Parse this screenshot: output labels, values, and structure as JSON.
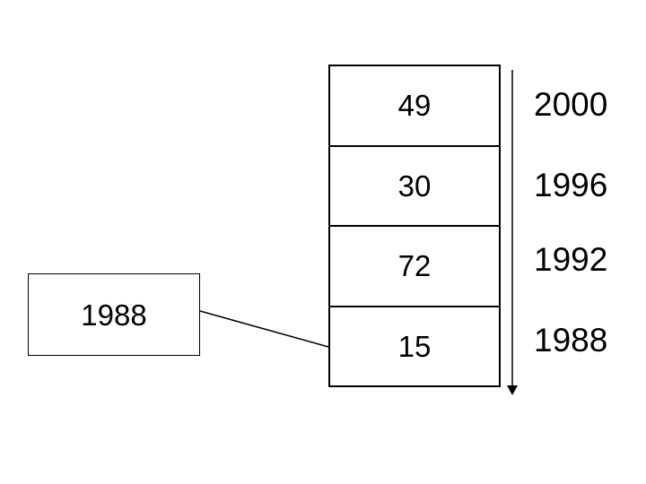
{
  "diagram": {
    "description": "Vertical stack of four value cells with year labels, a downward timeline arrow, and a callout box pointing to the bottom cell",
    "stack": {
      "cells": [
        {
          "value": "49",
          "year": "2000"
        },
        {
          "value": "30",
          "year": "1996"
        },
        {
          "value": "72",
          "year": "1992"
        },
        {
          "value": "15",
          "year": "1988"
        }
      ]
    },
    "callout": {
      "label": "1988"
    },
    "arrow": {
      "name": "timeline-down-arrow",
      "direction": "down"
    },
    "colors": {
      "background": "#ffffff",
      "line": "#000000",
      "text": "#000000"
    }
  }
}
